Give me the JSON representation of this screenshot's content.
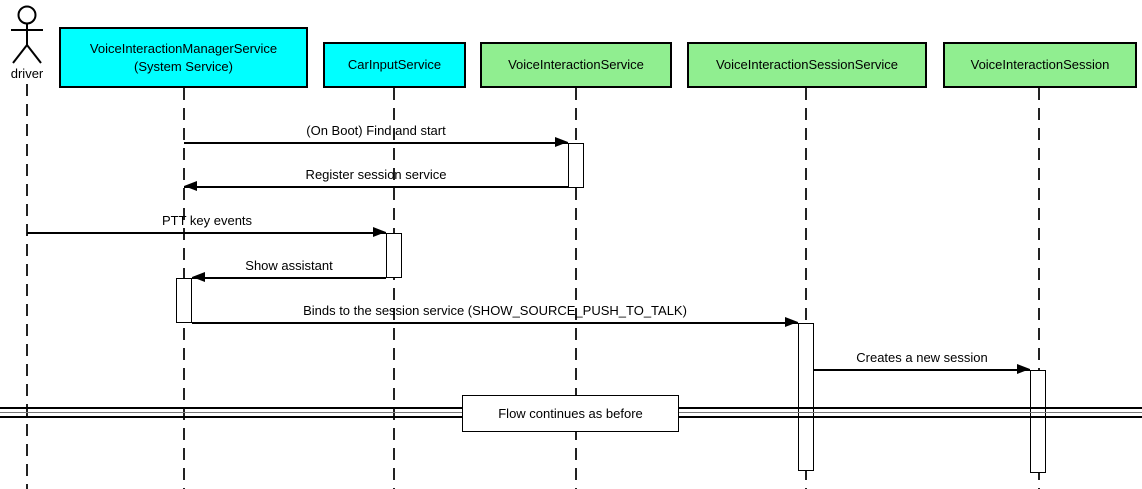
{
  "actor": {
    "name": "driver"
  },
  "participants": [
    {
      "name": "VoiceInteractionManagerService",
      "subtitle": "(System Service)",
      "color": "#00FFFF"
    },
    {
      "name": "CarInputService",
      "subtitle": "",
      "color": "#00FFFF"
    },
    {
      "name": "VoiceInteractionService",
      "subtitle": "",
      "color": "#90EE90"
    },
    {
      "name": "VoiceInteractionSessionService",
      "subtitle": "",
      "color": "#90EE90"
    },
    {
      "name": "VoiceInteractionSession",
      "subtitle": "",
      "color": "#90EE90"
    }
  ],
  "messages": [
    {
      "text": "(On Boot) Find and start",
      "from": "VoiceInteractionManagerService",
      "to": "VoiceInteractionService",
      "direction": "right"
    },
    {
      "text": "Register session service",
      "from": "VoiceInteractionService",
      "to": "VoiceInteractionManagerService",
      "direction": "left"
    },
    {
      "text": "PTT key events",
      "from": "driver",
      "to": "CarInputService",
      "direction": "right"
    },
    {
      "text": "Show assistant",
      "from": "CarInputService",
      "to": "VoiceInteractionManagerService",
      "direction": "left"
    },
    {
      "text": "Binds to the session service (SHOW_SOURCE_PUSH_TO_TALK)",
      "from": "VoiceInteractionManagerService",
      "to": "VoiceInteractionSessionService",
      "direction": "right"
    },
    {
      "text": "Creates a new session",
      "from": "VoiceInteractionSessionService",
      "to": "VoiceInteractionSession",
      "direction": "right"
    }
  ],
  "divider": {
    "label": "Flow continues as before"
  },
  "colors": {
    "cyan_participant": "#00FFFF",
    "green_participant": "#90EE90",
    "line": "#000000",
    "background": "#FFFFFF",
    "activation_fill": "#FFFFFF"
  }
}
